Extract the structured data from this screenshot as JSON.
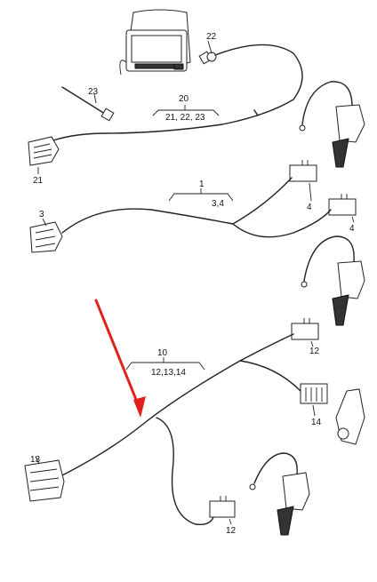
{
  "diagram": {
    "labels": {
      "l20": "20",
      "l20_sub": "21, 22, 23",
      "l21": "21",
      "l22": "22",
      "l23": "23",
      "l1": "1",
      "l1_sub": "3,4",
      "l3": "3",
      "l4a": "4",
      "l4b": "4",
      "l10": "10",
      "l10_sub": "12,13,14",
      "l12a": "12",
      "l12b": "12",
      "l13": "13",
      "l14": "14"
    },
    "colors": {
      "line": "#222222",
      "pointer_arrow": "#e0201b",
      "background": "#ffffff"
    }
  }
}
